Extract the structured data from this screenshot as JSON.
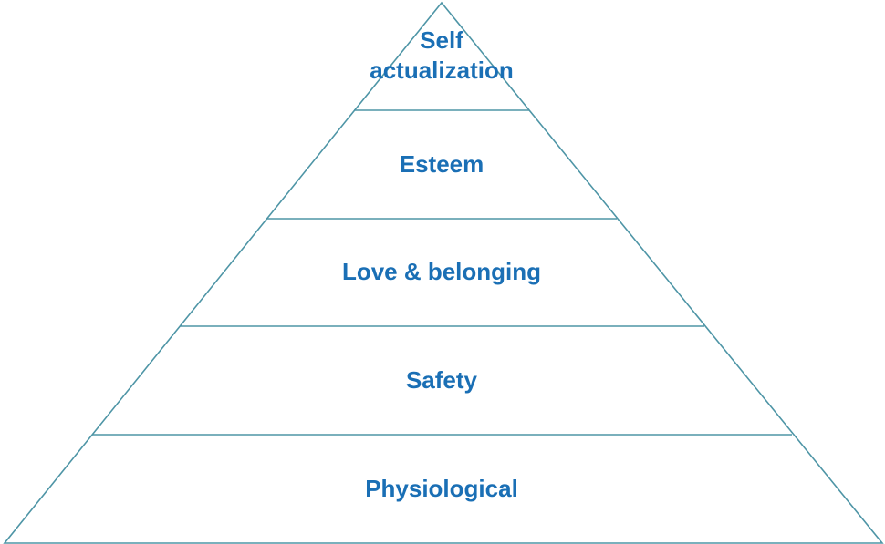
{
  "diagram": {
    "colors": {
      "outline": "#4e95a6",
      "label": "#1a6fb5",
      "background": "#ffffff"
    },
    "levels": [
      {
        "label_lines": [
          "Self",
          "actualization"
        ]
      },
      {
        "label_lines": [
          "Esteem"
        ]
      },
      {
        "label_lines": [
          "Love & belonging"
        ]
      },
      {
        "label_lines": [
          "Safety"
        ]
      },
      {
        "label_lines": [
          "Physiological"
        ]
      }
    ]
  }
}
